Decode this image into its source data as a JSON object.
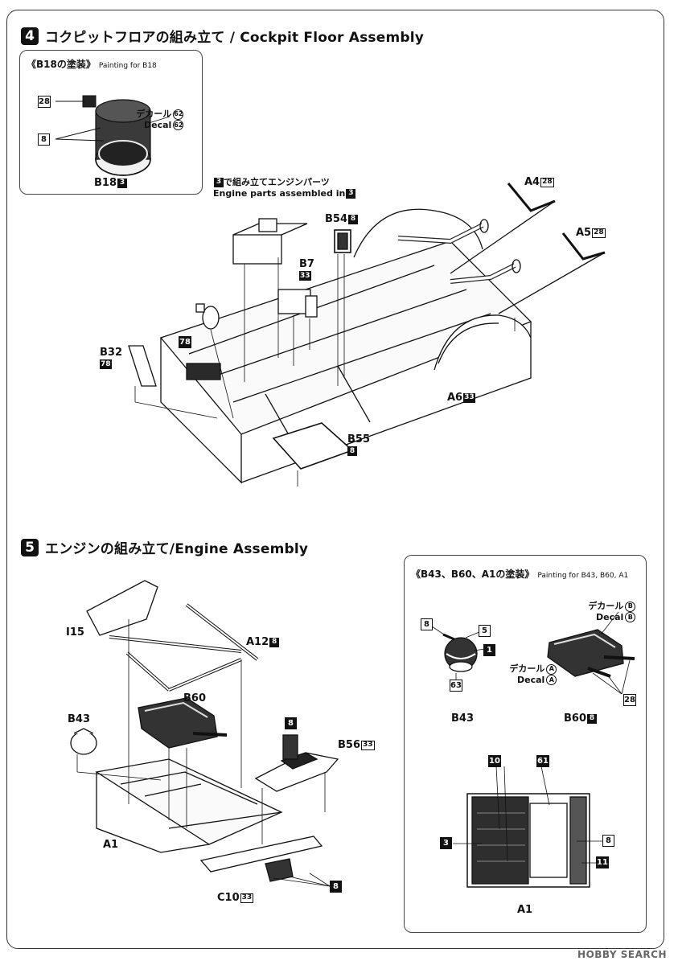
{
  "step4": {
    "num": "4",
    "title": "コクピットフロアの組み立て / Cockpit Floor Assembly",
    "b18_box": {
      "title": "《B18の塗装》",
      "title_en": "Painting for B18",
      "callout_28": "28",
      "callout_8": "8",
      "decal_jp": "デカール",
      "decal_en": "Decal",
      "decal_num": "62",
      "part": "B18",
      "part_color": "3"
    },
    "engine_note_num": "3",
    "engine_note_jp": "で組み立てエンジンパーツ",
    "engine_note_en": "Engine parts assembled in",
    "parts": {
      "a4": "A4",
      "a4_c": "28",
      "a5": "A5",
      "a5_c": "28",
      "b54": "B54",
      "b54_c": "8",
      "b7": "B7",
      "b7_c": "33",
      "b32": "B32",
      "b32_c": "78",
      "c78": "78",
      "a6": "A6",
      "a6_c": "33",
      "b55": "B55",
      "b55_c": "8"
    }
  },
  "step5": {
    "num": "5",
    "title": "エンジンの組み立て/Engine Assembly",
    "parts": {
      "i15": "I15",
      "a12": "A12",
      "a12_c": "8",
      "b60": "B60",
      "b43": "B43",
      "c8": "8",
      "b56": "B56",
      "b56_c": "33",
      "a1": "A1",
      "c10": "C10",
      "c10_c": "33",
      "c8b": "8"
    },
    "paint_box": {
      "title": "《B43、B60、A1の塗装》",
      "title_en": "Painting for B43, B60, A1",
      "b43_c8": "8",
      "b43_c5": "5",
      "b43_c1": "1",
      "b43_c63": "63",
      "decal_jp": "デカール",
      "decal_en": "Decal",
      "decal_b": "B",
      "decal_a": "A",
      "c28": "28",
      "b43": "B43",
      "b60": "B60",
      "b60_c": "8",
      "a1_c10": "10",
      "a1_c61": "61",
      "a1_c3": "3",
      "a1_c8": "8",
      "a1_c11": "11",
      "a1": "A1"
    }
  },
  "watermark": "HOBBY SEARCH"
}
